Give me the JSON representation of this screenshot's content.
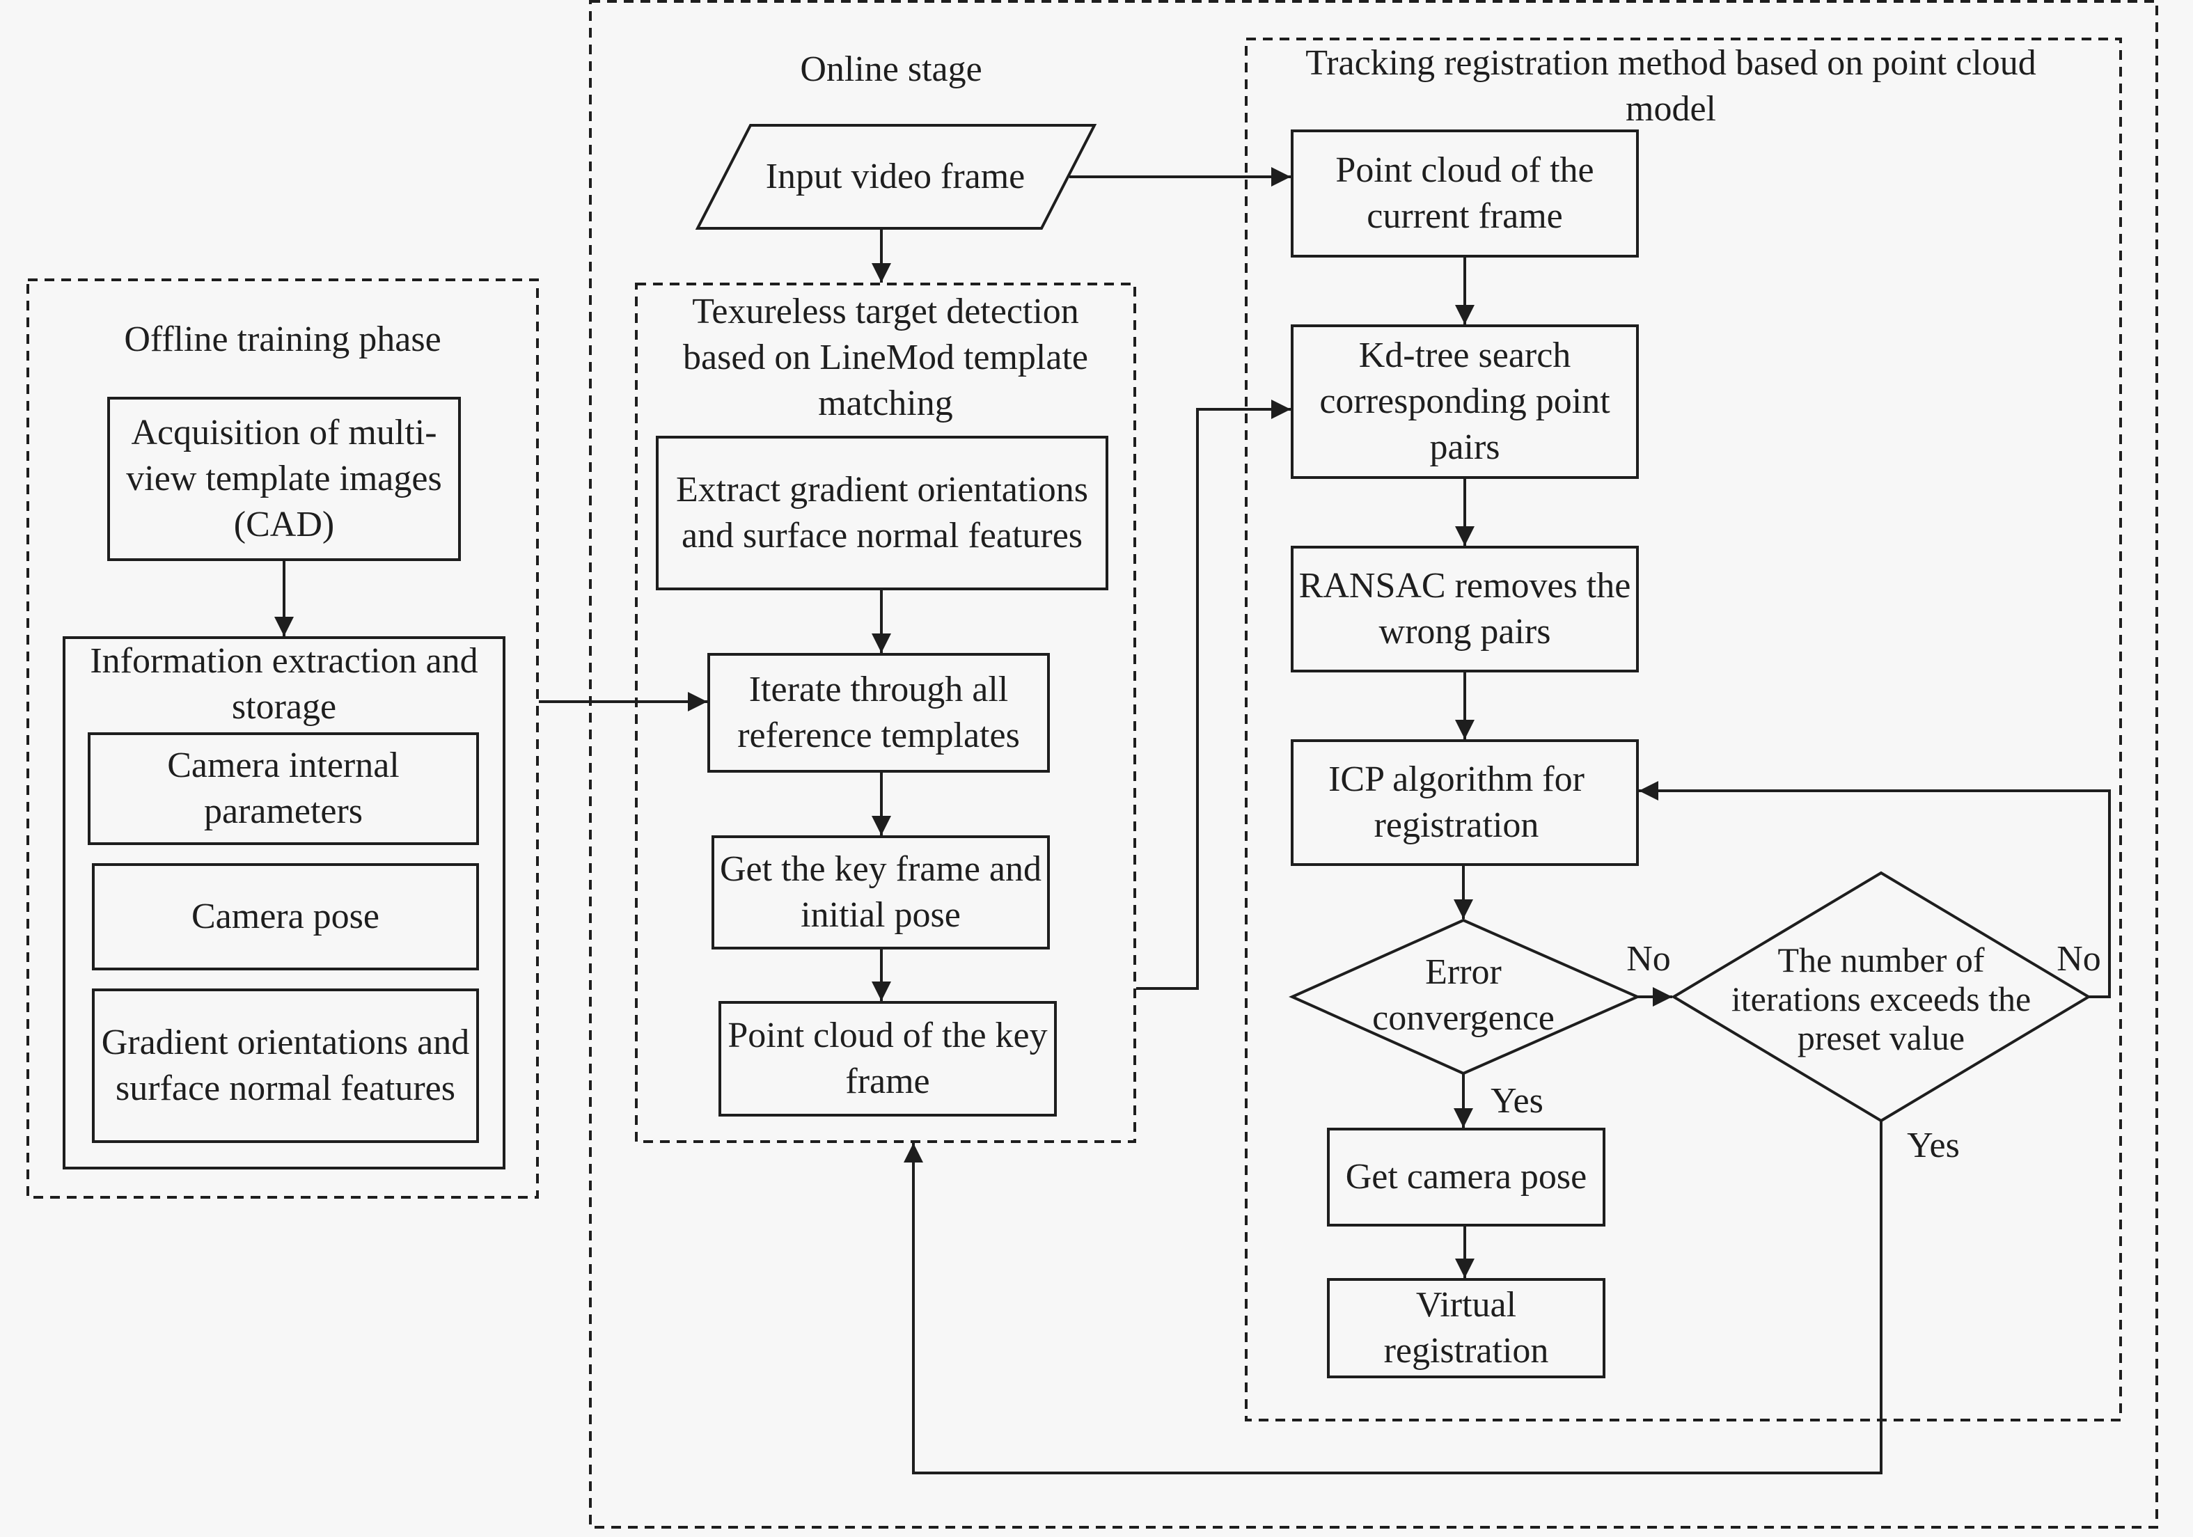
{
  "regions": {
    "offline": "Offline training phase",
    "online": "Online stage",
    "textureless": "Texureless target detection based on LineMod template matching",
    "tracking": "Tracking registration method based on point cloud model"
  },
  "offline": {
    "acquisition": "Acquisition of multi-view template images (CAD)",
    "info_title": "Information extraction and storage",
    "camera_internal": "Camera internal parameters",
    "camera_pose": "Camera pose",
    "gradient_features": "Gradient orientations and surface normal features"
  },
  "online": {
    "input_video": "Input video frame",
    "extract_features": "Extract gradient orientations and surface normal features",
    "iterate_templates": "Iterate through all reference templates",
    "key_frame": "Get the key frame and initial pose",
    "key_frame_cloud": "Point cloud of the key frame"
  },
  "tracking": {
    "current_cloud": "Point cloud of the current frame",
    "kdtree": "Kd-tree search corresponding point pairs",
    "ransac": "RANSAC removes the wrong pairs",
    "icp": "ICP algorithm for registration",
    "error_convergence": "Error convergence",
    "iterations_exceed": "The number of iterations exceeds the preset value",
    "camera_pose": "Get camera pose",
    "virtual_registration": "Virtual registration"
  },
  "edge_labels": {
    "no_error": "No",
    "no_iter": "No",
    "yes_error": "Yes",
    "yes_iter": "Yes"
  },
  "colors": {
    "stroke": "#1e1e1e",
    "background": "#f7f7f7"
  }
}
